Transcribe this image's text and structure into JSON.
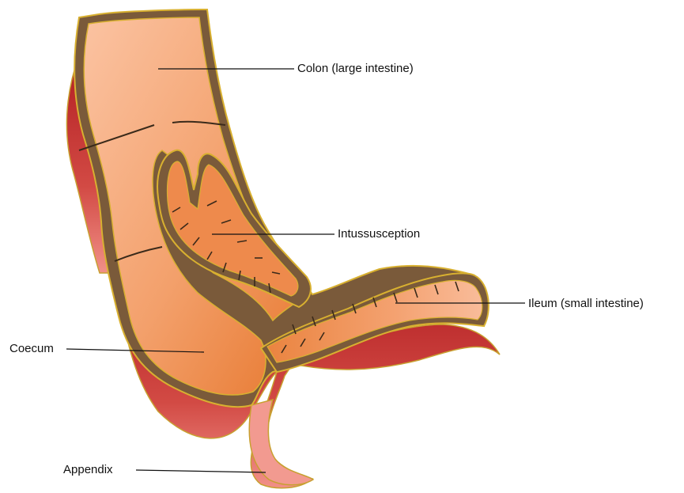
{
  "labels": {
    "colon": "Colon (large intestine)",
    "intussusception": "Intussusception",
    "ileum": "Ileum (small intestine)",
    "coecum": "Coecum",
    "appendix": "Appendix"
  },
  "colors": {
    "tissue_light": "#f8b896",
    "tissue_mid": "#f0965a",
    "tissue_dark": "#e4762f",
    "wall_brown": "#7a5a3a",
    "wall_outline": "#d8b030",
    "mesentery_red": "#c0282a",
    "mesentery_pink": "#f08a84",
    "leader_line": "#111111"
  }
}
